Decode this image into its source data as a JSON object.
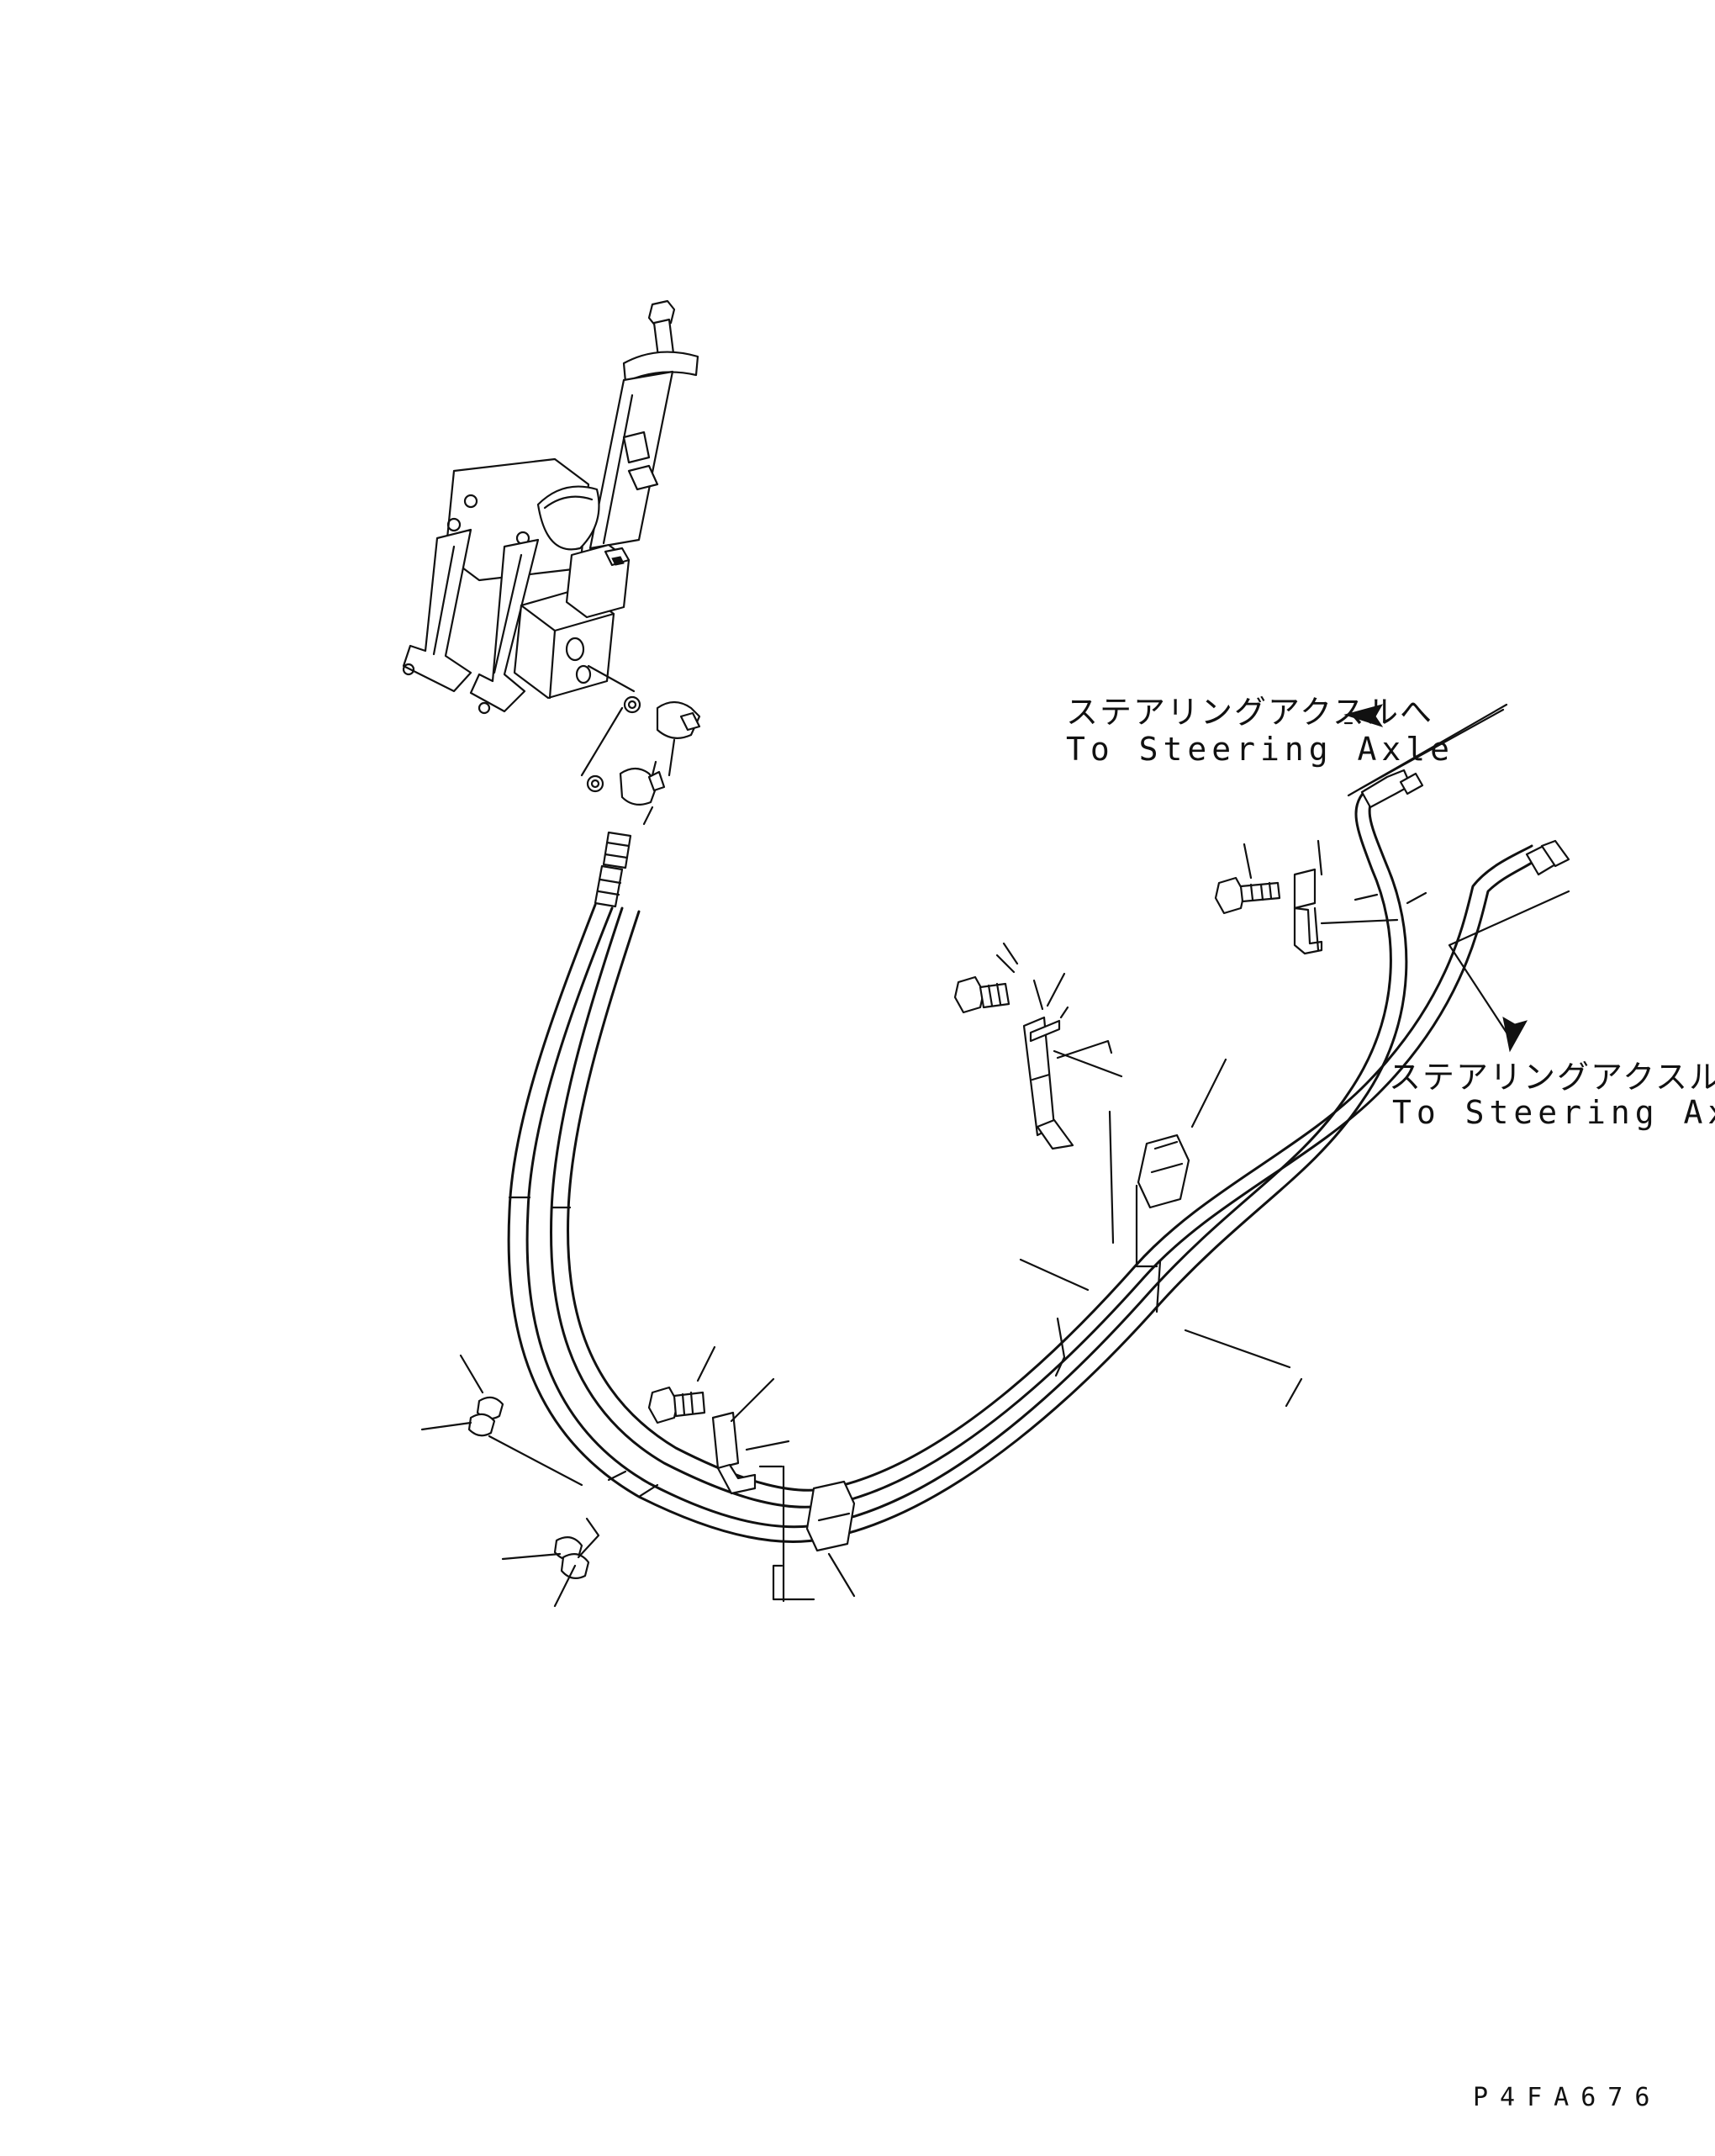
{
  "labels": {
    "upper_right_jp": "ステアリングアクスルへ",
    "upper_right_en": "To Steering Axle",
    "right_jp": "ステアリングアクスルへ",
    "right_en": "To Steering Axle",
    "drawing_code": "P4FA676"
  }
}
